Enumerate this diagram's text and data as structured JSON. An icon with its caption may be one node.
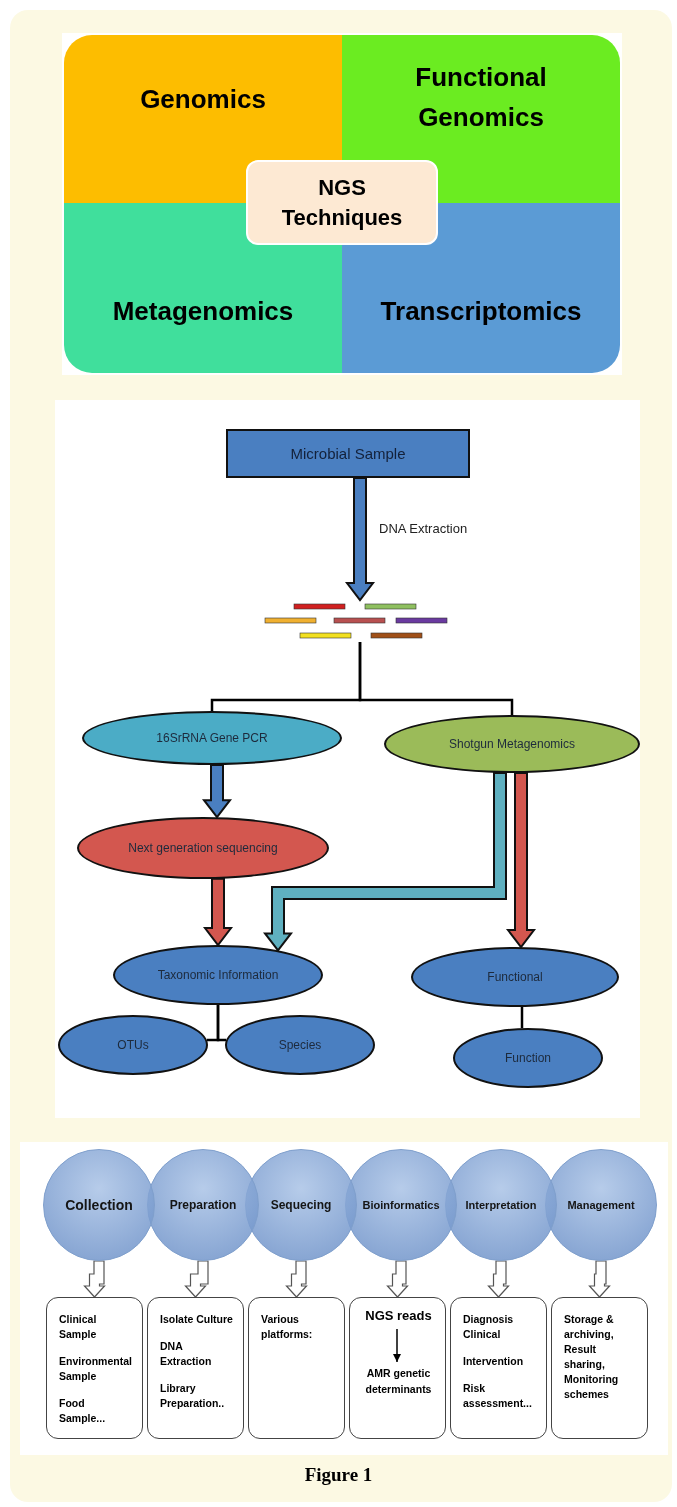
{
  "diagram": {
    "caption": "Figure 1",
    "nodes": [
      {
        "text": [
          "Genomics"
        ]
      },
      {
        "text": [
          "Functional Genomics"
        ]
      },
      {
        "text": [
          "Metagenomics"
        ]
      },
      {
        "text": [
          "Transcriptomics"
        ]
      },
      {
        "text": [
          "NGS Techniques"
        ]
      },
      {
        "text": [
          "Microbial Sample"
        ]
      },
      {
        "text": [],
        "shape": "bar"
      },
      {
        "text": [
          "16SrRNA Gene PCR"
        ]
      },
      {
        "text": [
          "Shotgun Metagenomics"
        ]
      },
      {
        "text": [
          "Next generation sequencing"
        ]
      },
      {
        "text": [
          "Taxonomic Information"
        ]
      },
      {
        "text": [
          "Functional"
        ]
      },
      {
        "text": [
          "OTUs"
        ]
      },
      {
        "text": [
          "Species"
        ]
      },
      {
        "text": [
          "Function"
        ]
      },
      {
        "text": [
          "Collection"
        ]
      },
      {
        "text": [
          "Preparation"
        ]
      },
      {
        "text": [
          "Sequecing"
        ]
      },
      {
        "text": [
          "Bioinformatics"
        ]
      },
      {
        "text": [
          "Interpretation"
        ]
      },
      {
        "text": [
          "Management"
        ]
      },
      {
        "text": [
          "Clinical Sample",
          "Environmental Sample",
          "Food Sample..."
        ]
      },
      {
        "text": [
          "Isolate Culture",
          "DNA Extraction",
          "Library Preparation.."
        ]
      },
      {
        "text": [
          "Various platforms:"
        ]
      },
      {
        "text": [],
        "shape": "box"
      },
      {
        "text": [
          "NGS reads"
        ],
        "in": 24
      },
      {
        "text": [
          "AMR genetic determinants"
        ],
        "in": 24
      },
      {
        "text": [
          "Diagnosis Clinical",
          "Intervention",
          "Risk assessment..."
        ]
      },
      {
        "text": [
          "Storage & archiving, Result sharing, Monitoring schemes"
        ]
      }
    ],
    "edges": [
      {
        "from": 5,
        "to": 6,
        "arrow": "to",
        "label": "DNA Extraction",
        "style": "thick",
        "color": "#4a7fc1"
      },
      {
        "from": 6,
        "to": 7,
        "arrow": "none"
      },
      {
        "from": 6,
        "to": 8,
        "arrow": "none"
      },
      {
        "from": 7,
        "to": 9,
        "arrow": "to",
        "style": "thick",
        "color": "#4a7fc1"
      },
      {
        "from": 8,
        "to": 11,
        "arrow": "to",
        "style": "thick",
        "color": "#d3574f"
      },
      {
        "from": 8,
        "to": 10,
        "arrow": "to",
        "style": "thick",
        "color": "#5fb0c0"
      },
      {
        "from": 9,
        "to": 10,
        "arrow": "to",
        "style": "thick",
        "color": "#d3574f"
      },
      {
        "from": 10,
        "to": 12,
        "arrow": "none"
      },
      {
        "from": 10,
        "to": 13,
        "arrow": "none"
      },
      {
        "from": 11,
        "to": 14,
        "arrow": "none"
      },
      {
        "from": 15,
        "to": 21,
        "arrow": "to",
        "style": "thick",
        "color": "#ffffff"
      },
      {
        "from": 16,
        "to": 22,
        "arrow": "to",
        "style": "thick",
        "color": "#ffffff"
      },
      {
        "from": 17,
        "to": 23,
        "arrow": "to",
        "style": "thick",
        "color": "#ffffff"
      },
      {
        "from": 18,
        "to": 24,
        "arrow": "to",
        "style": "thick",
        "color": "#ffffff"
      },
      {
        "from": 19,
        "to": 27,
        "arrow": "to",
        "style": "thick",
        "color": "#ffffff"
      },
      {
        "from": 20,
        "to": 28,
        "arrow": "to",
        "style": "thick",
        "color": "#ffffff"
      },
      {
        "from": 25,
        "to": 26,
        "arrow": "to"
      }
    ]
  }
}
